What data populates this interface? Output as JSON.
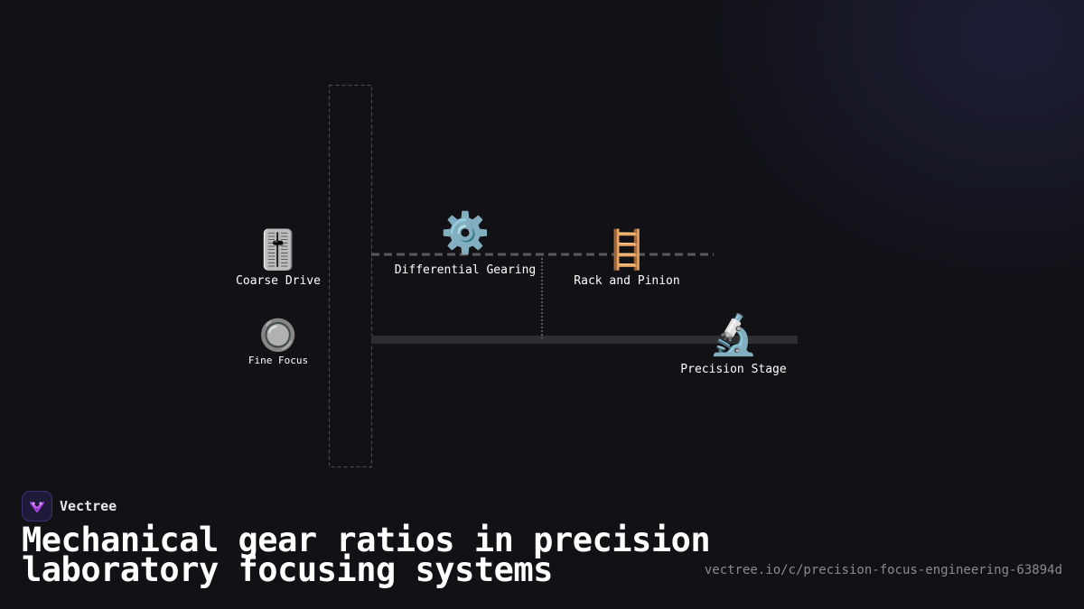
{
  "diagram": {
    "nodes": [
      {
        "id": "coarse",
        "icon": "🎚️",
        "icon_name": "slider-icon",
        "label": "Coarse Drive"
      },
      {
        "id": "fine",
        "icon": "🔘",
        "icon_name": "knob-icon",
        "label": "Fine Focus"
      },
      {
        "id": "gearing",
        "icon": "⚙️",
        "icon_name": "gear-icon",
        "label": "Differential Gearing"
      },
      {
        "id": "rack",
        "icon": "🪜",
        "icon_name": "ladder-icon",
        "label": "Rack and Pinion"
      },
      {
        "id": "stage",
        "icon": "🔬",
        "icon_name": "microscope-icon",
        "label": "Precision Stage"
      }
    ],
    "colors": {
      "background": "#111116",
      "dashed_line": "#5a5a5e",
      "solid_bar": "#2e2e31",
      "label": "#ffffff"
    }
  },
  "brand": {
    "name": "Vectree",
    "logo_icon": "vectree-logo-icon",
    "accent": "#a040e0"
  },
  "headline": "Mechanical gear ratios in precision laboratory focusing systems",
  "url": "vectree.io/c/precision-focus-engineering-63894d"
}
